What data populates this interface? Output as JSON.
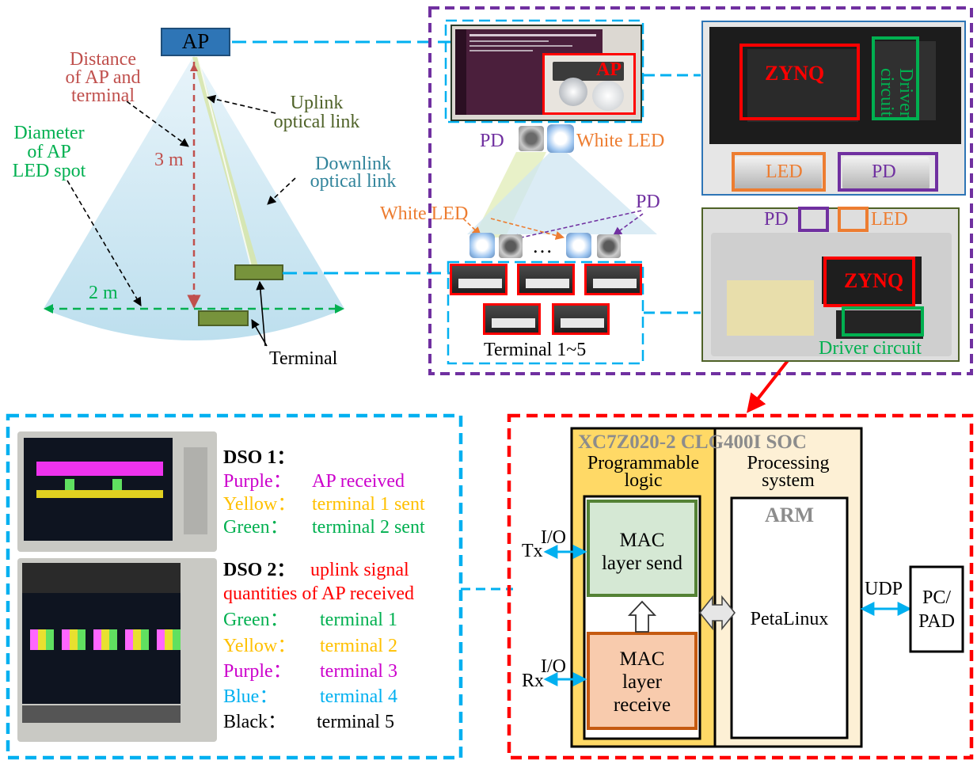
{
  "colors": {
    "purple_frame": "#7030a0",
    "blue_frame": "#00b0f0",
    "red_frame": "#ff0000",
    "red_text": "#c00000",
    "green": "#00b050",
    "olive": "#4f6228",
    "orange": "#ed7d31",
    "yellow": "#ffc000",
    "magenta": "#cc00cc",
    "cyan": "#00b0f0",
    "ap_box": "#2e75b6",
    "pl_fill": "#ffd966",
    "ps_fill": "#fdf0d5",
    "mac_send": "#d5e8d4",
    "mac_recv": "#f8cbad"
  },
  "scene": {
    "ap_label": "AP",
    "distance_label": "Distance\nof AP and\nterminal",
    "uplink_label": "Uplink\noptical link",
    "downlink_label": "Downlink\noptical link",
    "diameter_label": "Diameter\nof AP\nLED spot",
    "height_label": "3 m",
    "width_label": "2 m",
    "terminal_label": "Terminal"
  },
  "hardware": {
    "ap_photo_label": "AP",
    "pd_label": "PD",
    "white_led_label": "White LED",
    "white_led_label2": "White LED",
    "pd_label2": "PD",
    "ellipsis": "…",
    "terminals_label": "Terminal 1~5",
    "zynq_label": "ZYNQ",
    "driver_circuit_label": "Driver\ncircuit",
    "led_label": "LED",
    "pd_label3": "PD",
    "pd_label4": "PD",
    "led_label2": "LED",
    "zynq_label2": "ZYNQ",
    "driver_circuit_label2": "Driver circuit"
  },
  "dso": {
    "dso1_title": "DSO 1：",
    "dso1_rows": [
      {
        "name": "Purple：",
        "desc": "AP received",
        "color": "#cc00cc"
      },
      {
        "name": "Yellow：",
        "desc": "terminal 1 sent",
        "color": "#ffc000"
      },
      {
        "name": "Green：",
        "desc": "terminal 2 sent",
        "color": "#00b050"
      }
    ],
    "dso2_title": "DSO 2：",
    "dso2_desc_line1": "uplink signal",
    "dso2_desc_line2": "quantities of AP received",
    "dso2_rows": [
      {
        "name": "Green：",
        "desc": "terminal 1",
        "color": "#00b050"
      },
      {
        "name": "Yellow：",
        "desc": "terminal 2",
        "color": "#ffc000"
      },
      {
        "name": "Purple：",
        "desc": "terminal 3",
        "color": "#cc00cc"
      },
      {
        "name": "Blue：",
        "desc": "terminal 4",
        "color": "#00b0f0"
      },
      {
        "name": "Black：",
        "desc": "terminal 5",
        "color": "#000000"
      }
    ]
  },
  "soc": {
    "soc_title": "XC7Z020-2 CLG400I SOC",
    "pl_label": "Programmable\nlogic",
    "ps_label": "Processing\nsystem",
    "mac_send": "MAC\nlayer send",
    "mac_receive": "MAC\nlayer\nreceive",
    "arm_label": "ARM",
    "petalinux_label": "PetaLinux",
    "tx_label": "Tx",
    "rx_label": "Rx",
    "io_tx_label": "I/O",
    "io_rx_label": "I/O",
    "udp_label": "UDP",
    "pc_label": "PC/\nPAD"
  }
}
